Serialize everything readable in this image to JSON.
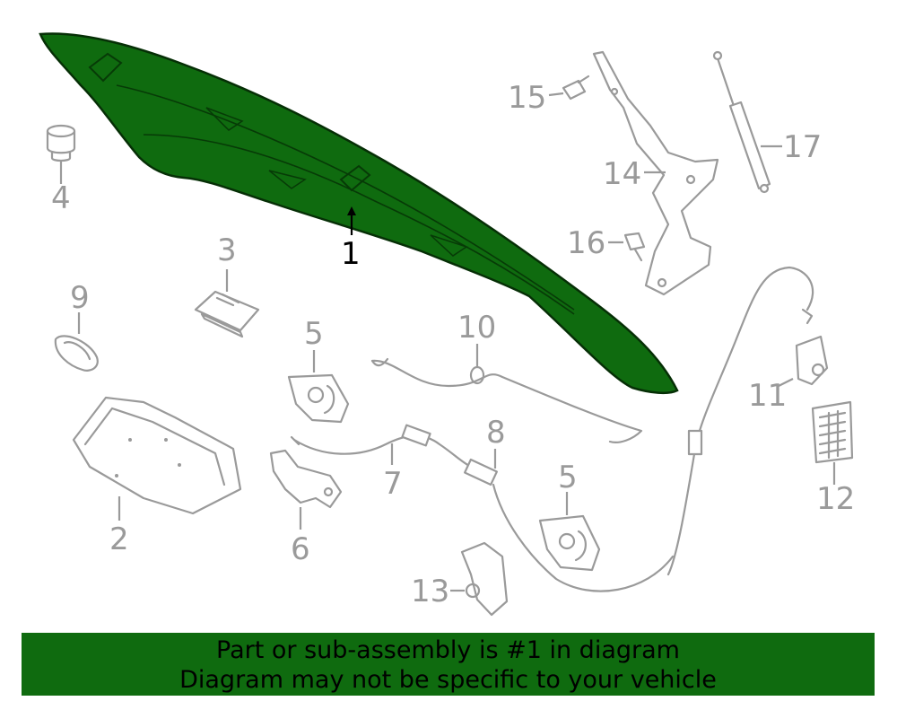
{
  "callouts": {
    "c1": "1",
    "c2": "2",
    "c3": "3",
    "c4": "4",
    "c5a": "5",
    "c5b": "5",
    "c6": "6",
    "c7": "7",
    "c8": "8",
    "c9": "9",
    "c10": "10",
    "c11": "11",
    "c12": "12",
    "c13": "13",
    "c14": "14",
    "c15": "15",
    "c16": "16",
    "c17": "17"
  },
  "banner": {
    "line1": "Part or sub-assembly is #1 in diagram",
    "line2": "Diagram may not be specific to your vehicle"
  },
  "colors": {
    "highlight": "#0f6b0f",
    "line": "#9a9a9a",
    "banner_bg": "#0f6b0f"
  }
}
